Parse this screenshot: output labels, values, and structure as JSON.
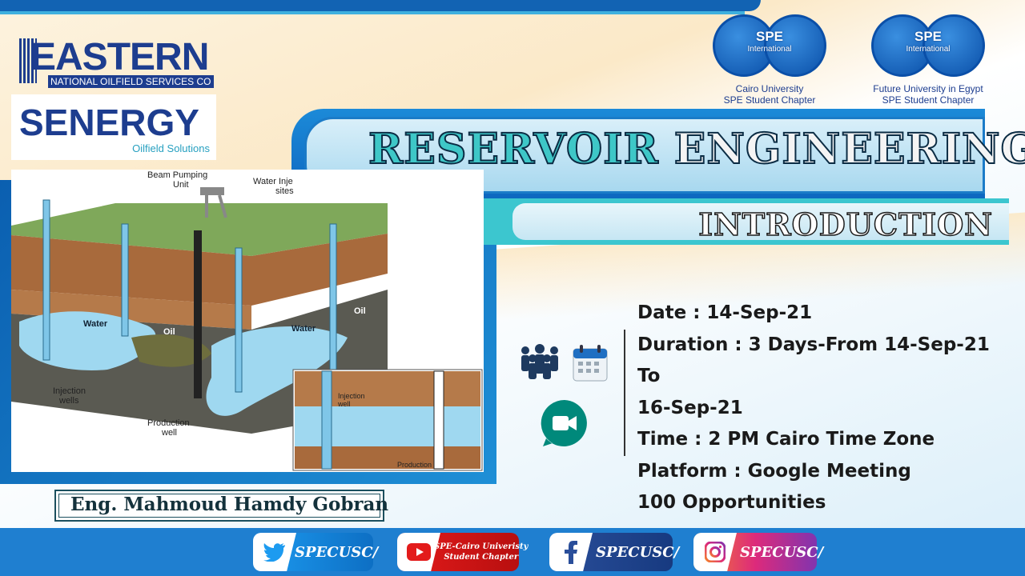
{
  "logos": {
    "eastern_name": "EASTERN",
    "eastern_sub": "NATIONAL OILFIELD SERVICES CO",
    "senergy_name": "SENERGY",
    "senergy_sub": "Oilfield Solutions",
    "spe_left": {
      "badge": "SPE",
      "badge_sub": "International",
      "line1": "Cairo University",
      "line2": "SPE Student Chapter"
    },
    "spe_right": {
      "badge": "SPE",
      "badge_sub": "International",
      "line1": "Future University in Egypt",
      "line2": "SPE Student Chapter"
    }
  },
  "title": {
    "word1": "RESERVOIR",
    "word2": "ENGINEERING",
    "subtitle": "INTRODUCTION"
  },
  "diagram": {
    "beam_label_1": "Beam Pumping",
    "beam_label_2": "Unit",
    "water_inj_1": "Water Inje",
    "water_inj_2": "sites",
    "water_a": "Water",
    "oil_a": "Oil",
    "water_b": "Water",
    "oil_b": "Oil",
    "injection_1": "Injection",
    "injection_2": "wells",
    "production_1": "Production",
    "production_2": "well",
    "inset_injection_1": "Injection",
    "inset_injection_2": "well",
    "inset_production": "Production"
  },
  "details": {
    "date": "Date : 14-Sep-21",
    "duration_1": "Duration : 3 Days-From 14-Sep-21 To",
    "duration_2": "16-Sep-21",
    "time": "Time : 2 PM Cairo Time Zone",
    "platform": "Platform : Google Meeting",
    "opportunities": "100 Opportunities"
  },
  "presenter": "Eng. Mahmoud Hamdy Gobran",
  "social": {
    "twitter": "SPECUSC/",
    "youtube_1": "SPE-Cairo Univeristy",
    "youtube_2": "Student Chapter",
    "facebook": "SPECUSC/",
    "instagram": "SPECUSC/"
  },
  "colors": {
    "primary_blue": "#1263b3",
    "teal": "#3cc6cf",
    "navy": "#1d3d8f"
  }
}
